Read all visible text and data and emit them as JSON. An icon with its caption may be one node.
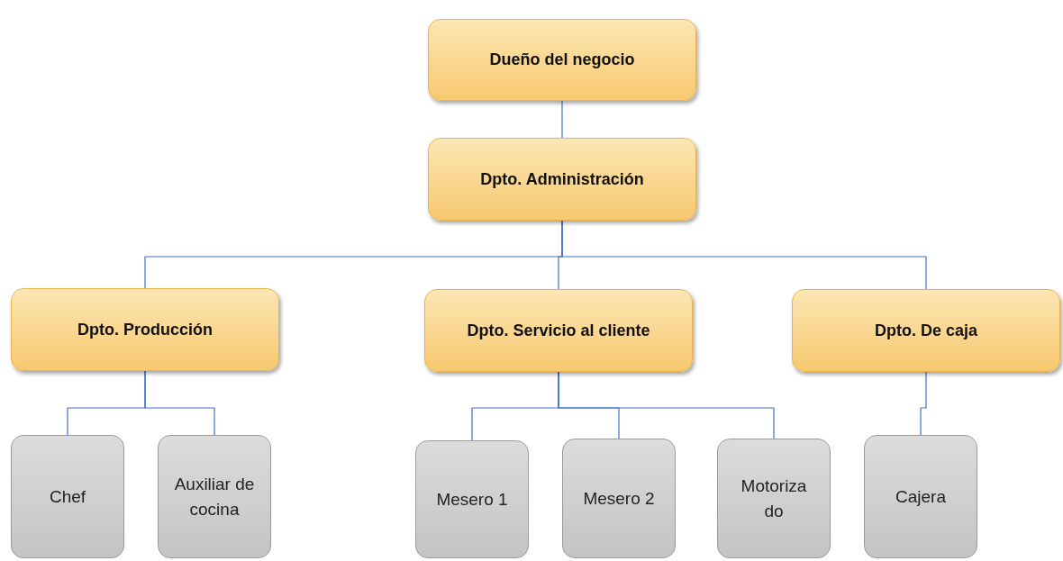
{
  "diagram": {
    "nodes": [
      {
        "text": [
          "Dueño del negocio"
        ]
      },
      {
        "text": [
          "Dpto. Administración"
        ]
      },
      {
        "text": [
          "Dpto. Producción"
        ]
      },
      {
        "text": [
          "Dpto. Servicio al cliente"
        ]
      },
      {
        "text": [
          "Dpto. De caja"
        ]
      },
      {
        "text": [
          "Chef"
        ]
      },
      {
        "text": [
          "Auxiliar de cocina"
        ]
      },
      {
        "text": [
          "Mesero 1"
        ]
      },
      {
        "text": [
          "Mesero 2"
        ]
      },
      {
        "text": [
          "Motoriza do"
        ]
      },
      {
        "text": [
          "Cajera"
        ]
      }
    ],
    "edges": [
      {
        "from": 0,
        "to": 1,
        "arrow": "none"
      },
      {
        "from": 1,
        "to": 2,
        "arrow": "none"
      },
      {
        "from": 1,
        "to": 3,
        "arrow": "none"
      },
      {
        "from": 1,
        "to": 4,
        "arrow": "none"
      },
      {
        "from": 2,
        "to": 5,
        "arrow": "none"
      },
      {
        "from": 2,
        "to": 6,
        "arrow": "none"
      },
      {
        "from": 3,
        "to": 7,
        "arrow": "none"
      },
      {
        "from": 3,
        "to": 8,
        "arrow": "none"
      },
      {
        "from": 3,
        "to": 9,
        "arrow": "none"
      },
      {
        "from": 4,
        "to": 10,
        "arrow": "none"
      }
    ]
  }
}
